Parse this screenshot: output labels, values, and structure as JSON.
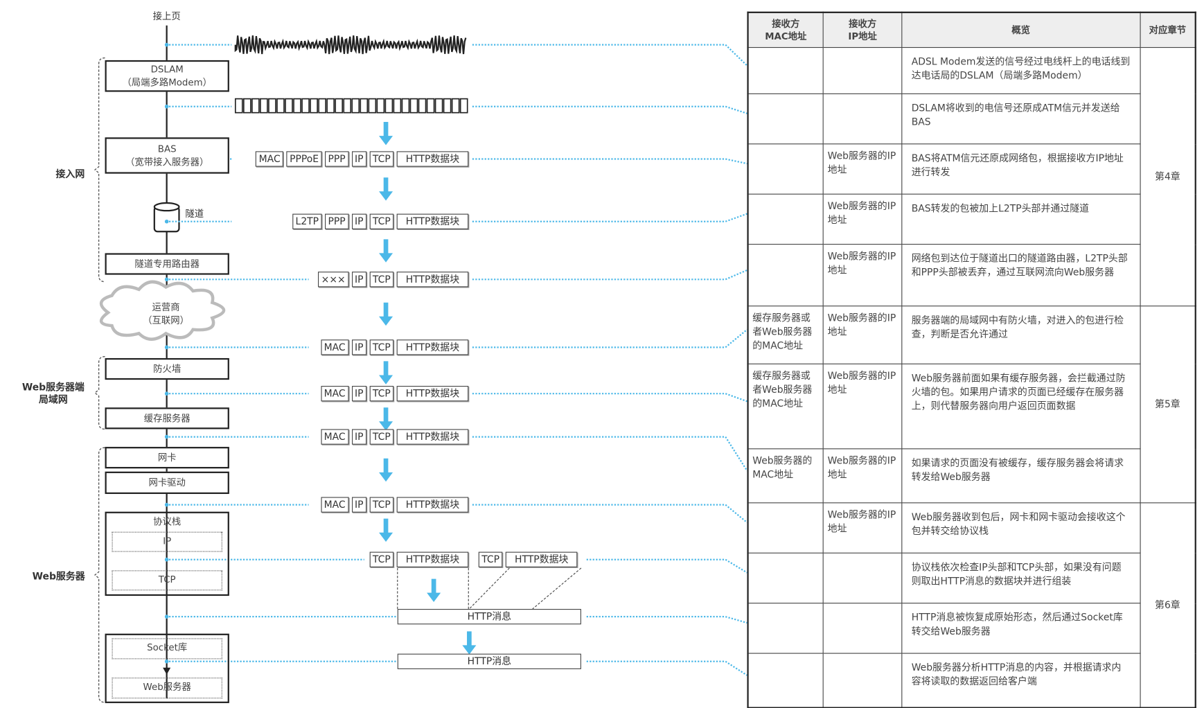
{
  "top_label": "接上页",
  "groups": {
    "access": "接入网",
    "lan": "Web服务器端\n局域网",
    "server": "Web服务器"
  },
  "nodes": {
    "dslam": "DSLAM",
    "dslam_sub": "（局端多路Modem）",
    "bas": "BAS",
    "bas_sub": "（宽带接入服务器）",
    "tunnel": "隧道",
    "tunnel_router": "隧道专用路由器",
    "isp": "运营商",
    "isp_sub": "（互联网）",
    "firewall": "防火墙",
    "cache": "缓存服务器",
    "nic": "网卡",
    "nic_driver": "网卡驱动",
    "stack": "协议栈",
    "stack_ip": "IP",
    "stack_tcp": "TCP",
    "socket": "Socket库",
    "webserver": "Web服务器"
  },
  "packets": [
    [
      "MAC",
      "PPPoE",
      "PPP",
      "IP",
      "TCP",
      "HTTP数据块"
    ],
    [
      "L2TP",
      "PPP",
      "IP",
      "TCP",
      "HTTP数据块"
    ],
    [
      "×××",
      "IP",
      "TCP",
      "HTTP数据块"
    ],
    [
      "MAC",
      "IP",
      "TCP",
      "HTTP数据块"
    ],
    [
      "MAC",
      "IP",
      "TCP",
      "HTTP数据块"
    ],
    [
      "MAC",
      "IP",
      "TCP",
      "HTTP数据块"
    ],
    [
      "MAC",
      "IP",
      "TCP",
      "HTTP数据块"
    ],
    [
      "TCP",
      "HTTP数据块"
    ]
  ],
  "packet_second": [
    "TCP",
    "HTTP数据块"
  ],
  "http_msg": "HTTP消息",
  "accent": "#4bb8e8",
  "table": {
    "headers": [
      "接收方\nMAC地址",
      "接收方\nIP地址",
      "概览",
      "对应章节"
    ],
    "rows": [
      {
        "mac": "",
        "ip": "",
        "desc": "ADSL Modem发送的信号经过电线杆上的电话线到达电话局的DSLAM（局端多路Modem）"
      },
      {
        "mac": "",
        "ip": "",
        "desc": "DSLAM将收到的电信号还原成ATM信元并发送给BAS"
      },
      {
        "mac": "",
        "ip": "Web服务器的IP地址",
        "desc": "BAS将ATM信元还原成网络包，根据接收方IP地址进行转发"
      },
      {
        "mac": "",
        "ip": "Web服务器的IP地址",
        "desc": "BAS转发的包被加上L2TP头部并通过隧道"
      },
      {
        "mac": "",
        "ip": "Web服务器的IP地址",
        "desc": "网络包到达位于隧道出口的隧道路由器，L2TP头部和PPP头部被丢弃，通过互联网流向Web服务器"
      },
      {
        "mac": "缓存服务器或者Web服务器的MAC地址",
        "ip": "Web服务器的IP地址",
        "desc": "服务器端的局域网中有防火墙，对进入的包进行检查，判断是否允许通过"
      },
      {
        "mac": "缓存服务器或者Web服务器的MAC地址",
        "ip": "Web服务器的IP地址",
        "desc": "Web服务器前面如果有缓存服务器，会拦截通过防火墙的包。如果用户请求的页面已经缓存在服务器上，则代替服务器向用户返回页面数据"
      },
      {
        "mac": "Web服务器的MAC地址",
        "ip": "Web服务器的IP地址",
        "desc": "如果请求的页面没有被缓存，缓存服务器会将请求转发给Web服务器"
      },
      {
        "mac": "",
        "ip": "Web服务器的IP地址",
        "desc": "Web服务器收到包后，网卡和网卡驱动会接收这个包并转交给协议栈"
      },
      {
        "mac": "",
        "ip": "",
        "desc": "协议栈依次检查IP头部和TCP头部，如果没有问题则取出HTTP消息的数据块并进行组装"
      },
      {
        "mac": "",
        "ip": "",
        "desc": "HTTP消息被恢复成原始形态，然后通过Socket库转交给Web服务器"
      },
      {
        "mac": "",
        "ip": "",
        "desc": "Web服务器分析HTTP消息的内容，并根据请求内容将读取的数据返回给客户端"
      }
    ],
    "chapters": [
      "第4章",
      "第5章",
      "第6章"
    ]
  }
}
